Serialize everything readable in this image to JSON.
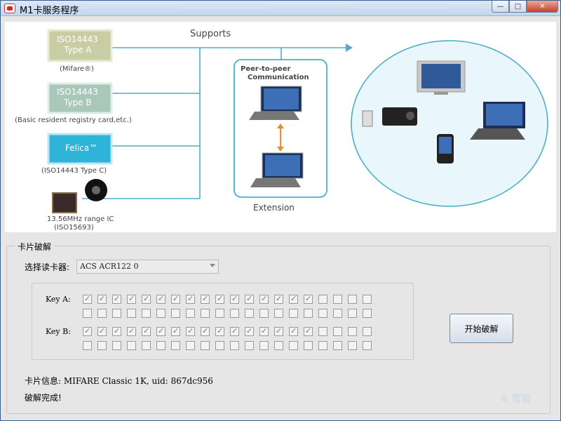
{
  "window": {
    "title": "M1卡服务程序",
    "controls": {
      "minimize": "—",
      "maximize": "□",
      "close": "✕"
    }
  },
  "banner": {
    "supports_label": "Supports",
    "extension_label": "Extension",
    "p2p_label_line1": "Peer-to-peer",
    "p2p_label_line2": "Communication",
    "cards": [
      {
        "line1": "ISO14443",
        "line2": "Type A",
        "caption": "(Mifare®)",
        "color": "#c9cda4"
      },
      {
        "line1": "ISO14443",
        "line2": "Type B",
        "caption": "(Basic resident registry card,etc.)",
        "color": "#a9c7bb"
      },
      {
        "line1": "Felica™",
        "line2": "",
        "caption": "(ISO14443 Type C)",
        "color": "#2db4d8"
      }
    ],
    "ic_caption_line1": "13.56MHz range IC",
    "ic_caption_line2": "(ISO15693)",
    "accent_color": "#4ab0c8"
  },
  "crack": {
    "group_title": "卡片破解",
    "reader_label": "选择读卡器:",
    "reader_value": "ACS ACR122 0",
    "key_a_label": "Key A:",
    "key_b_label": "Key B:",
    "key_a_row1_checked": [
      true,
      true,
      true,
      true,
      true,
      true,
      true,
      true,
      true,
      true,
      true,
      true,
      true,
      true,
      true,
      true,
      false,
      false,
      false,
      false
    ],
    "key_a_row2_checked": [
      false,
      false,
      false,
      false,
      false,
      false,
      false,
      false,
      false,
      false,
      false,
      false,
      false,
      false,
      false,
      false,
      false,
      false,
      false,
      false
    ],
    "key_b_row1_checked": [
      true,
      true,
      true,
      true,
      true,
      true,
      true,
      true,
      true,
      true,
      true,
      true,
      true,
      true,
      true,
      true,
      false,
      false,
      false,
      false
    ],
    "key_b_row2_checked": [
      false,
      false,
      false,
      false,
      false,
      false,
      false,
      false,
      false,
      false,
      false,
      false,
      false,
      false,
      false,
      false,
      false,
      false,
      false,
      false
    ],
    "start_button": "开始破解",
    "card_info": "卡片信息: MIFARE Classic 1K, uid: 867dc956",
    "status": "破解完成!"
  },
  "watermark": "✻ 雪窗"
}
